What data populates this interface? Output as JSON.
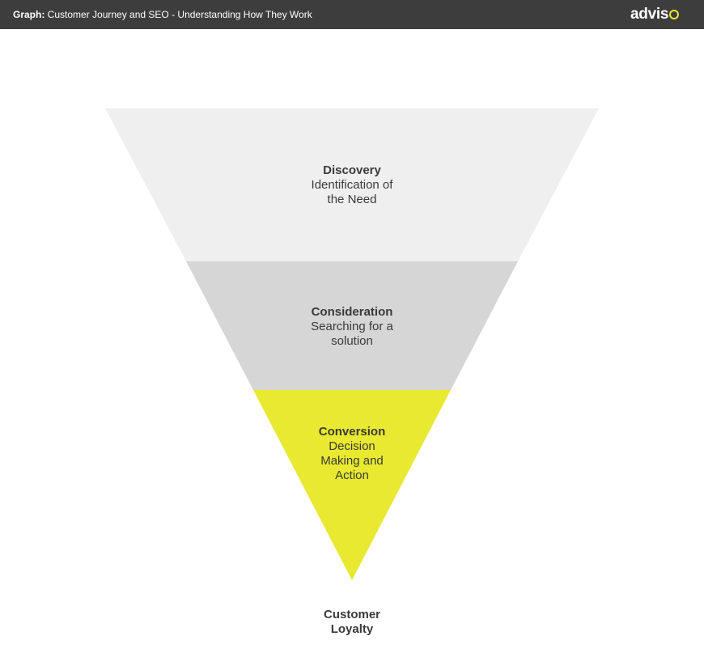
{
  "header": {
    "title_lead": "Graph:",
    "title_text": " Customer Journey and SEO - Understanding How They Work",
    "logo_text": "advis",
    "logo_accent_color": "#e8e930",
    "background_color": "#3d3d3d"
  },
  "funnel": {
    "stages": [
      {
        "name": "Discovery",
        "description_lines": [
          "Identification of",
          "the Need"
        ],
        "color": "#efefef"
      },
      {
        "name": "Consideration",
        "description_lines": [
          "Searching for a",
          "solution"
        ],
        "color": "#d6d6d6"
      },
      {
        "name": "Conversion",
        "description_lines": [
          "Decision",
          "Making and",
          "Action"
        ],
        "color": "#e8e930"
      }
    ],
    "outcome_lines": [
      "Customer",
      "Loyalty"
    ]
  }
}
